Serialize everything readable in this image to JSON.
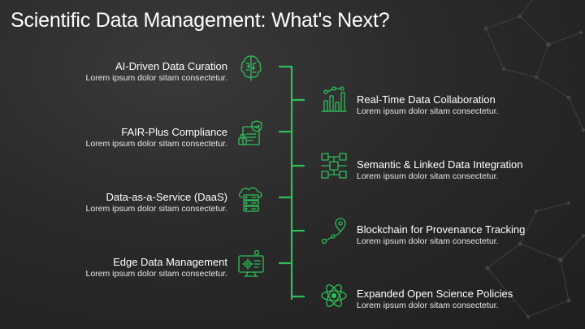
{
  "slide": {
    "title": "Scientific Data Management: What's Next?",
    "accent_color": "#2fbf5a"
  },
  "left_items": [
    {
      "heading": "AI-Driven Data Curation",
      "description": "Lorem ipsum dolor sitam consectetur.",
      "icon": "brain-circuit-icon"
    },
    {
      "heading": "FAIR-Plus Compliance",
      "description": "Lorem ipsum dolor sitam consectetur.",
      "icon": "shield-document-lock-icon"
    },
    {
      "heading": "Data-as-a-Service (DaaS)",
      "description": "Lorem ipsum dolor sitam consectetur.",
      "icon": "cloud-server-icon"
    },
    {
      "heading": "Edge Data Management",
      "description": "Lorem ipsum dolor sitam consectetur.",
      "icon": "monitor-gear-icon"
    }
  ],
  "right_items": [
    {
      "heading": "Real-Time Data Collaboration",
      "description": "Lorem ipsum dolor sitam consectetur.",
      "icon": "bar-chart-collaboration-icon"
    },
    {
      "heading": "Semantic & Linked Data Integration",
      "description": "Lorem ipsum dolor sitam consectetur.",
      "icon": "linked-nodes-icon"
    },
    {
      "heading": "Blockchain for Provenance Tracking",
      "description": "Lorem ipsum dolor sitam consectetur.",
      "icon": "location-path-icon"
    },
    {
      "heading": "Expanded Open Science Policies",
      "description": "Lorem ipsum dolor sitam consectetur.",
      "icon": "atom-icon"
    }
  ]
}
